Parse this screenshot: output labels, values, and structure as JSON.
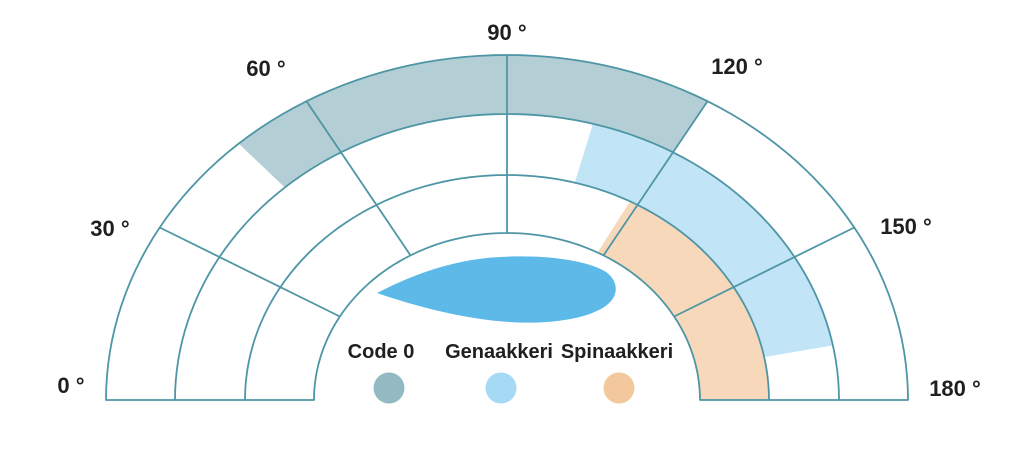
{
  "chart_data": {
    "type": "polar-sector",
    "title": "",
    "description": "Sail usage wind-angle ranges shown as colored bands on a semicircular polar grid with a boat icon at center",
    "angle_unit": "degrees",
    "angle_range": [
      0,
      180
    ],
    "angle_ticks": [
      0,
      30,
      60,
      90,
      120,
      150,
      180
    ],
    "angle_tick_labels": [
      "0 °",
      "30 °",
      "60 °",
      "90 °",
      "120 °",
      "150 °",
      "180 °"
    ],
    "ring_count": 3,
    "grid": {
      "show": true,
      "stroke_color": "#4e96a5"
    },
    "series": [
      {
        "name": "Code 0",
        "ring": "outer",
        "start_angle": 48,
        "end_angle": 120,
        "color": "#93bac3"
      },
      {
        "name": "Genaakkeri",
        "ring": "middle",
        "start_angle": 105,
        "end_angle": 169,
        "color": "#a6d9f3"
      },
      {
        "name": "Spinaakkeri",
        "ring": "inner",
        "start_angle": 118,
        "end_angle": 180,
        "color": "#f3c89d"
      }
    ],
    "legend": {
      "position": "bottom-center",
      "items": [
        {
          "label": "Code 0",
          "color": "#93bac3"
        },
        {
          "label": "Genaakkeri",
          "color": "#a6d9f3"
        },
        {
          "label": "Spinaakkeri",
          "color": "#f3c89d"
        }
      ]
    },
    "boat_icon_color": "#5cb9e8",
    "background_color": "#ffffff",
    "text_color": "#1f1f1f"
  }
}
